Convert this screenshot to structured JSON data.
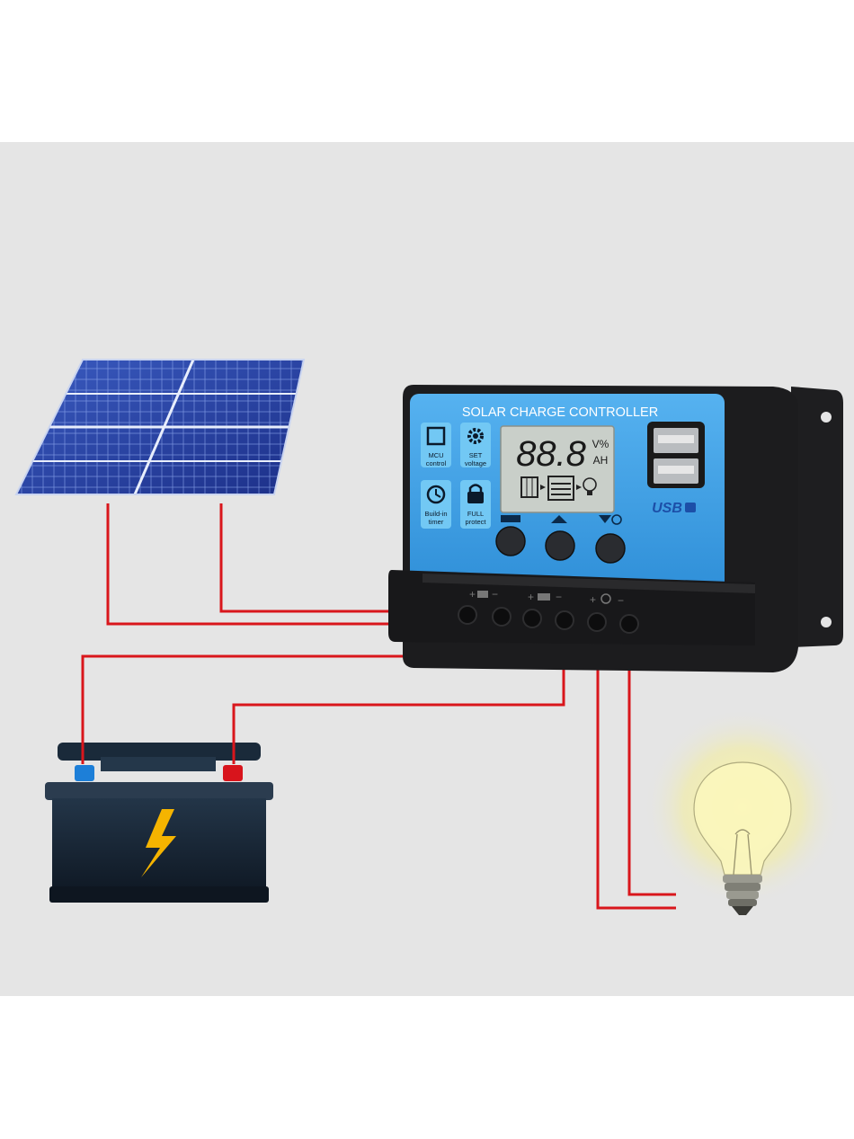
{
  "controller": {
    "title": "SOLAR CHARGE CONTROLLER",
    "lcd_digits": "88.8",
    "lcd_unit_top": "V%",
    "lcd_unit_bottom": "AH",
    "usb_label": "USB",
    "features": [
      {
        "icon": "chip-icon",
        "line1": "MCU",
        "line2": "control"
      },
      {
        "icon": "gear-icon",
        "line1": "SET",
        "line2": "voltage"
      },
      {
        "icon": "clock-icon",
        "line1": "Build-in",
        "line2": "timer"
      },
      {
        "icon": "lock-icon",
        "line1": "FULL",
        "line2": "protect"
      }
    ],
    "buttons": [
      "menu-button",
      "up-button",
      "down-button"
    ]
  },
  "colors": {
    "background": "#e5e5e5",
    "panel_blue": "#3ea0e6",
    "case_black": "#1c1c1e",
    "wire_red": "#d9161c",
    "lcd": "#c9cfc9",
    "bolt_yellow": "#f5b400"
  }
}
